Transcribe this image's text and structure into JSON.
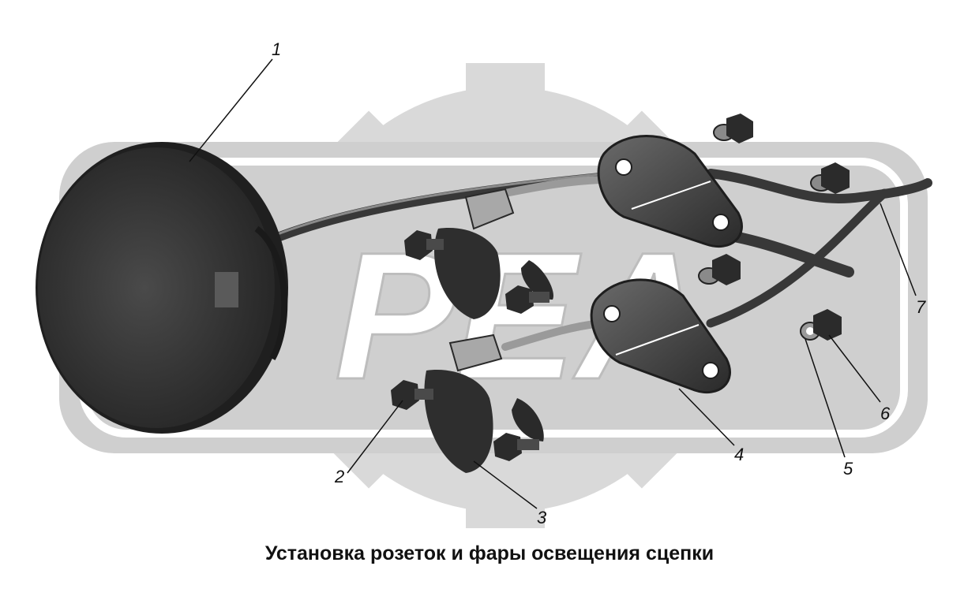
{
  "caption": "Установка розеток и фары освещения сцепки",
  "callouts": {
    "c1": "1",
    "c2": "2",
    "c3": "3",
    "c4": "4",
    "c5": "5",
    "c6": "6",
    "c7": "7"
  },
  "watermark_letters": "РЕА",
  "colors": {
    "lamp": "#3a3a3a",
    "part_dark": "#2c2c2c",
    "part_mid": "#5a5a5a",
    "watermark": "#d6d6d6",
    "cable": "#383838"
  }
}
